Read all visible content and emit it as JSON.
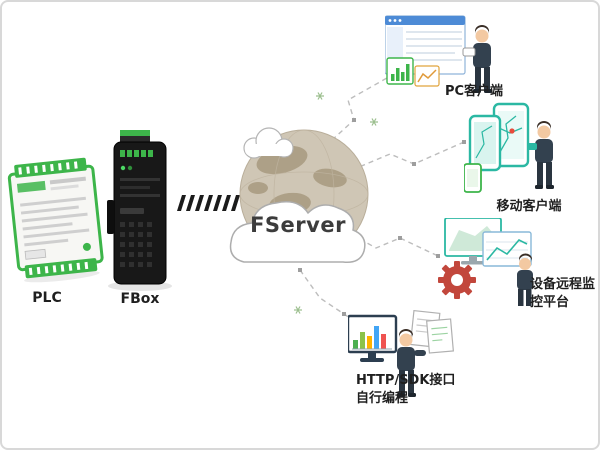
{
  "diagram": {
    "plc": {
      "label": "PLC"
    },
    "fbox": {
      "label": "FBox"
    },
    "server": {
      "label": "FServer"
    },
    "clients": {
      "pc": {
        "label": "PC客户端"
      },
      "mobile": {
        "label": "移动客户端"
      },
      "platform": {
        "line1": "设备远程监",
        "line2": "控平台"
      },
      "sdk": {
        "line1": "HTTP/SDK接口",
        "line2": "自行编程"
      }
    },
    "colors": {
      "green": "#3db54a",
      "teal": "#2bb8a3",
      "blue": "#4d8bd6",
      "gear_red": "#c2473c",
      "line_gray": "#bdbdbd"
    }
  }
}
